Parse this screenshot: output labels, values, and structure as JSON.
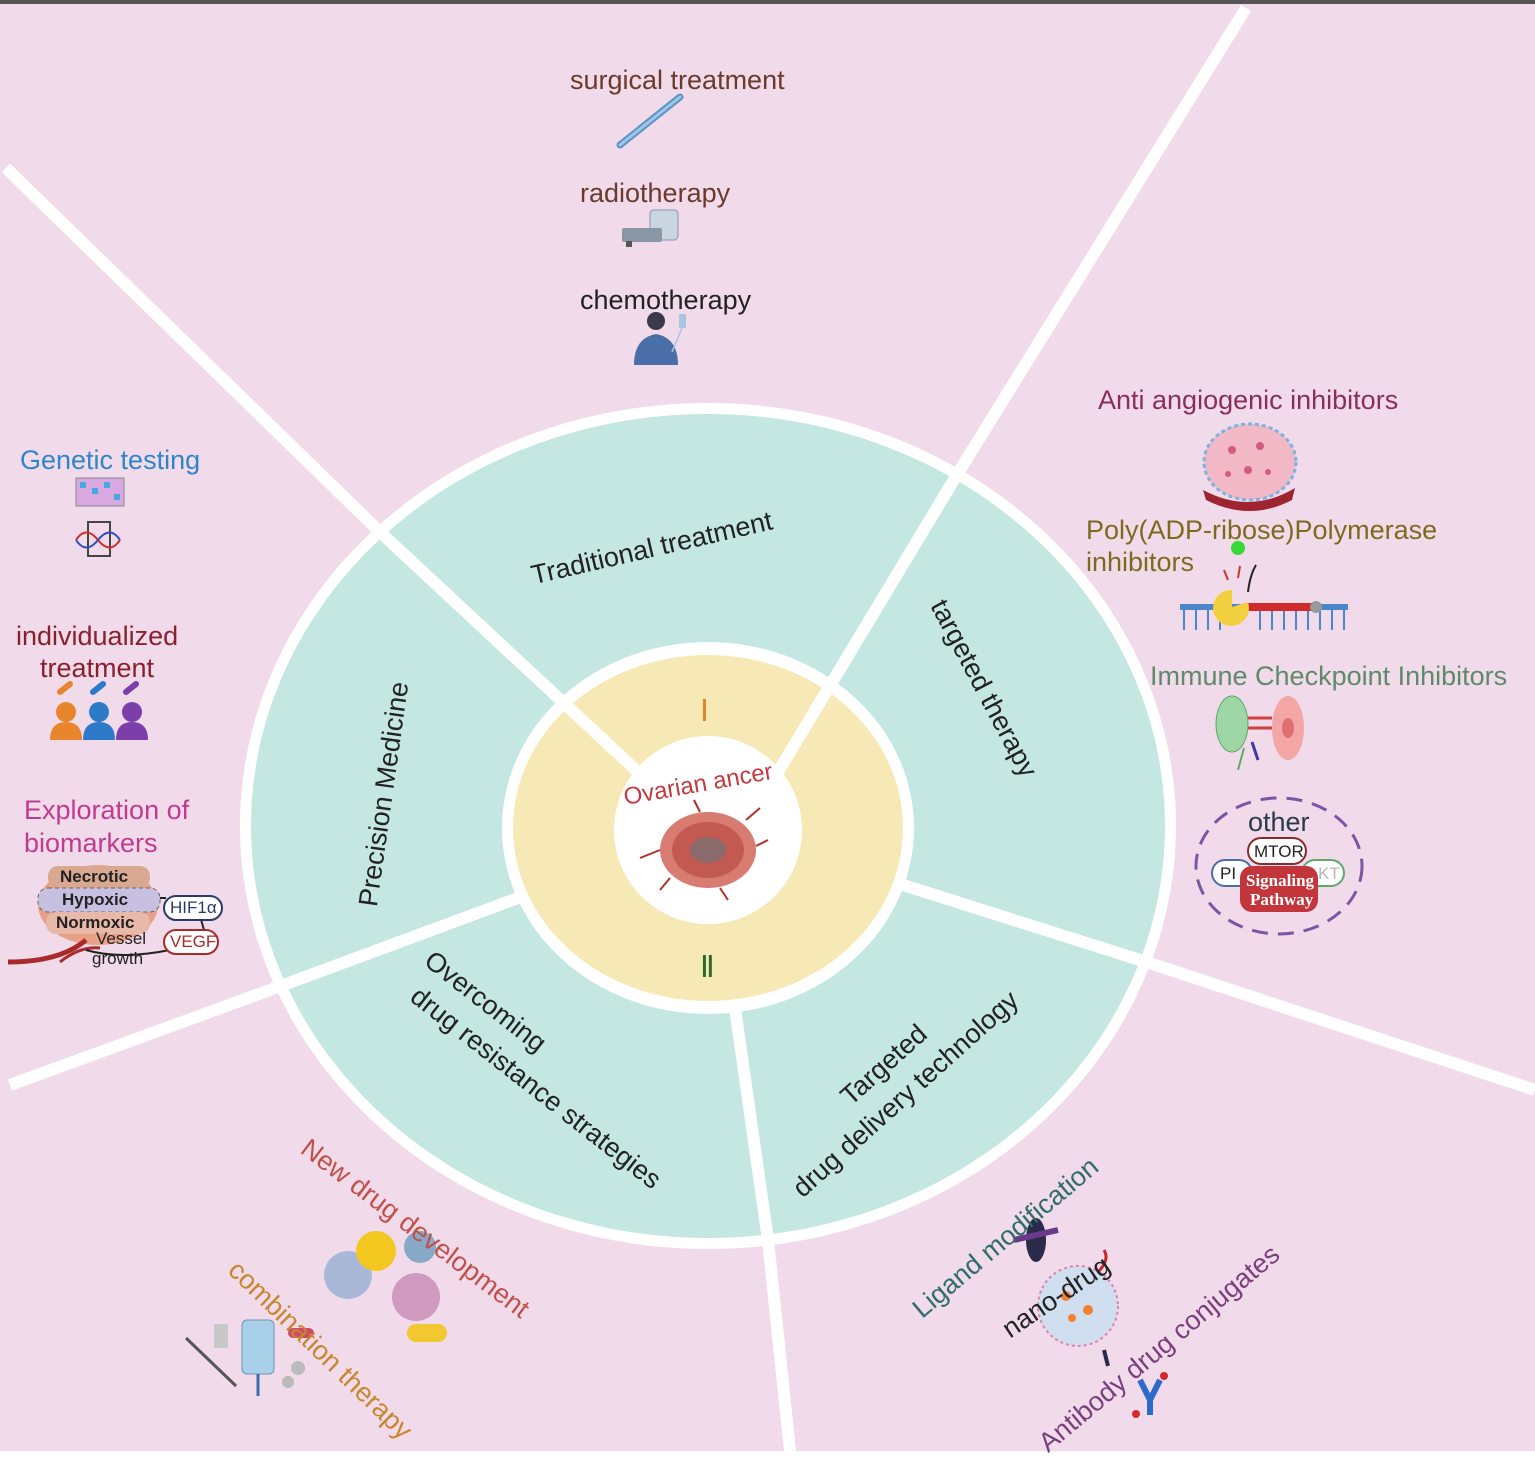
{
  "center": {
    "title": "Ovarian ancer",
    "stage_one": "Ⅰ",
    "stage_two": "Ⅱ"
  },
  "ring_labels": {
    "traditional": "Traditional treatment",
    "targeted_therapy": "targeted therapy",
    "precision": "Precision Medicine",
    "overcoming_1": "Overcoming",
    "overcoming_2": "drug resistance strategies",
    "delivery_1": "Targeted",
    "delivery_2": "drug delivery technology"
  },
  "traditional_items": {
    "surgical": "surgical treatment",
    "radiotherapy": "radiotherapy",
    "chemotherapy": "chemotherapy"
  },
  "targeted_items": {
    "anti_angiogenic": "Anti angiogenic inhibitors",
    "parp_1": "Poly(ADP-ribose)Polymerase",
    "parp_2": "inhibitors",
    "checkpoint": "Immune Checkpoint Inhibitors",
    "other": "other",
    "mtor": "MTOR",
    "pi": "PI",
    "kt": "KT",
    "signaling_1": "Signaling",
    "signaling_2": "Pathway"
  },
  "precision_items": {
    "genetic": "Genetic testing",
    "individualized_1": "individualized",
    "individualized_2": "treatment",
    "biomarkers_1": "Exploration of",
    "biomarkers_2": "biomarkers",
    "necrotic": "Necrotic",
    "hypoxic": "Hypoxic",
    "normoxic": "Normoxic",
    "hif": "HIF1α",
    "vegf": "VEGF",
    "vessel_1": "Vessel",
    "vessel_2": "growth"
  },
  "resistance_items": {
    "new_drug": "New drug development",
    "combination": "combination therapy"
  },
  "delivery_items": {
    "ligand": "Ligand modification",
    "nano": "nano-drug",
    "antibody": "Antibody drug conjugates"
  },
  "colors": {
    "background": "#f1dbea",
    "outer_ring": "#c4e7e2",
    "inner_ring": "#f6e9b5",
    "divider": "#ffffff",
    "title_red": "#c4393f",
    "blue": "#2e86c8",
    "maroon": "#8a1f2e",
    "magenta": "#c23a8f",
    "purple": "#7a3f7c",
    "olive": "#7e6a1e",
    "green_gray": "#5f8a6a",
    "teal": "#2f6e6a",
    "orange": "#c8862e",
    "salmon": "#c2504a",
    "brown": "#6a3a2a"
  }
}
